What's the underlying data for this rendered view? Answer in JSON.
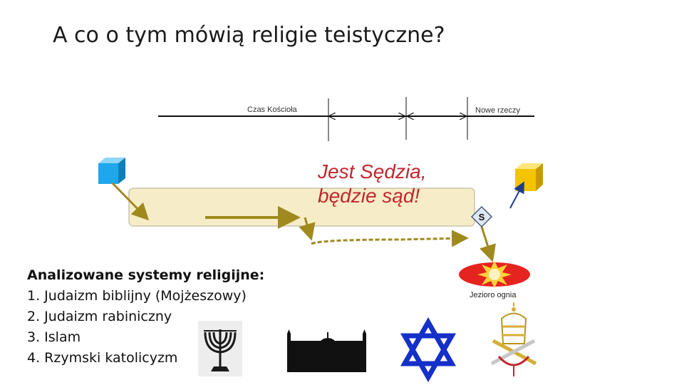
{
  "slide": {
    "title": "A co o tym mówią religie teistyczne?",
    "timeline": {
      "left_label": "Czas Kościoła",
      "right_label": "Nowe rzeczy"
    },
    "judge_text": [
      "Jest Sędzia,",
      "będzie sąd!"
    ],
    "badge_letter": "S",
    "lake_label": "Jezioro ognia",
    "systems": {
      "heading": "Analizowane systemy religijne:",
      "items": [
        "1. Judaizm biblijny (Mojżeszowy)",
        "2. Judaizm rabiniczny",
        "3. Islam",
        "4. Rzymski katolicyzm"
      ]
    },
    "colors": {
      "judge_text": "#c0272d",
      "arrow": "#a08a1e",
      "band_fill": "#f6edc8",
      "blue_cube": "#1ea7ea",
      "yellow_cube": "#f5c400",
      "star": "#1530c8",
      "lake": "#e5231f"
    },
    "icons": [
      "blue-cube-icon",
      "yellow-cube-icon",
      "menorah-icon",
      "mosque-icon",
      "star-of-david-icon",
      "papal-coat-of-arms-icon"
    ]
  }
}
